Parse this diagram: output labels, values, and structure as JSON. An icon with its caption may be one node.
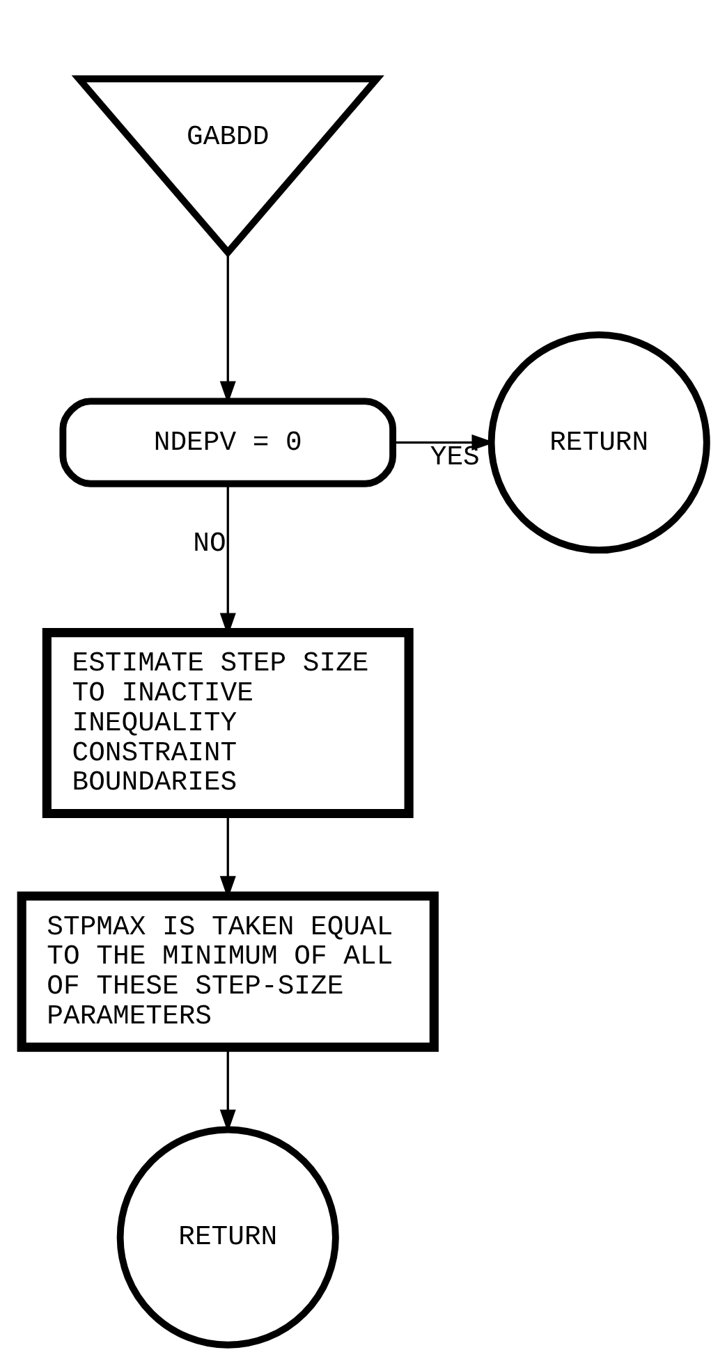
{
  "diagram": {
    "nodes": [
      {
        "text": [
          "GABDD"
        ]
      },
      {
        "text": [
          "NDEPV = 0"
        ]
      },
      {
        "text": [
          "RETURN"
        ]
      },
      {
        "text": [
          "ESTIMATE STEP SIZE TO INACTIVE INEQUALITY CONSTRAINT BOUNDARIES"
        ]
      },
      {
        "text": [
          "STPMAX IS TAKEN EQUAL TO THE MINIMUM OF ALL OF THESE STEP-SIZE PARAMETERS"
        ]
      },
      {
        "text": [
          "RETURN"
        ]
      }
    ],
    "edges": [
      {
        "from": 0,
        "to": 1,
        "arrow": "to"
      },
      {
        "from": 1,
        "to": 2,
        "arrow": "to",
        "label": "YES"
      },
      {
        "from": 1,
        "to": 3,
        "arrow": "to",
        "label": "NO"
      },
      {
        "from": 3,
        "to": 4,
        "arrow": "to"
      },
      {
        "from": 4,
        "to": 5,
        "arrow": "to"
      }
    ]
  }
}
